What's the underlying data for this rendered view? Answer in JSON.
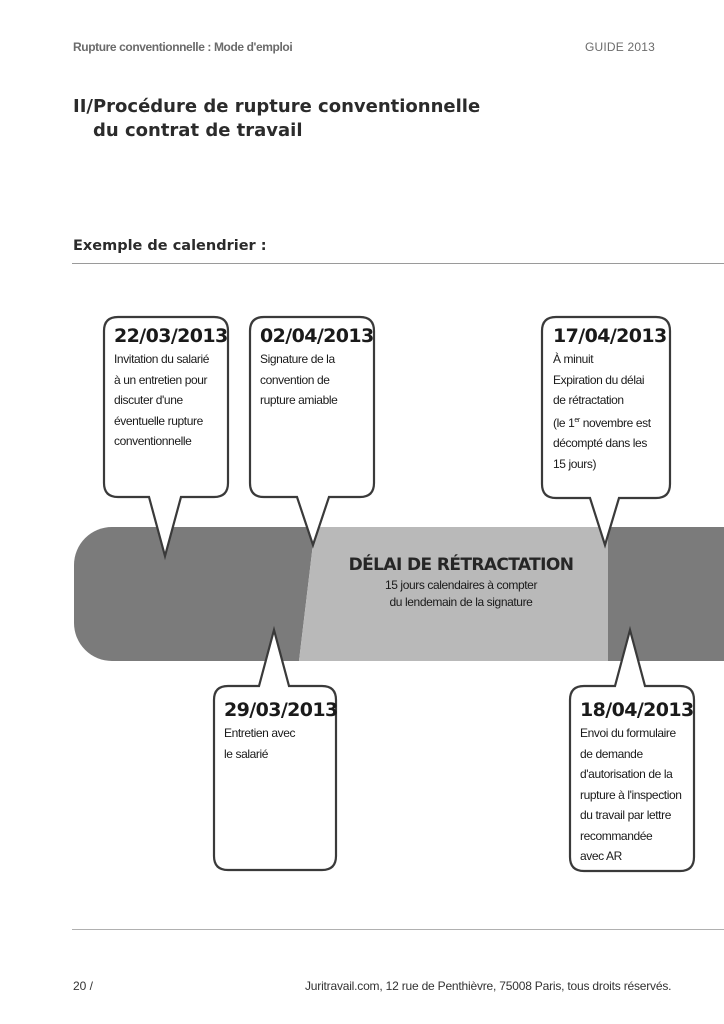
{
  "header": {
    "running_title": "Rupture conventionnelle : Mode d'emploi",
    "guide": "GUIDE 2013"
  },
  "section": {
    "title_line1": "II/Procédure de rupture conventionnelle",
    "title_line2": "du contrat de travail",
    "subtitle": "Exemple de calendrier :"
  },
  "colors": {
    "bar_dark": "#7b7b7b",
    "bar_light": "#b9b9b9",
    "bubble_border": "#3a3a3a"
  },
  "events": {
    "e1": {
      "date": "22/03/2013",
      "lines": [
        "Invitation du salarié",
        "à un entretien pour",
        "discuter d'une",
        "éventuelle rupture",
        "conventionnelle"
      ]
    },
    "e2": {
      "date": "02/04/2013",
      "lines": [
        "Signature de la",
        "convention de",
        "rupture amiable"
      ]
    },
    "e3": {
      "date": "17/04/2013",
      "lines": [
        "À minuit",
        "Expiration du délai",
        "de rétractation"
      ],
      "line4_pre": "(le 1",
      "line4_sup": "er",
      "line4_post": " novembre est",
      "lines_after": [
        "décompté dans les",
        "15 jours)"
      ]
    },
    "e4": {
      "date": "29/03/2013",
      "lines": [
        "Entretien avec",
        "le salarié"
      ]
    },
    "e5": {
      "date": "18/04/2013",
      "lines": [
        "Envoi du formulaire",
        "de demande",
        "d'autorisation de la",
        "rupture à l'inspection",
        "du travail par lettre",
        "recommandée",
        "avec AR"
      ]
    }
  },
  "delai": {
    "heading": "DÉLAI DE RÉTRACTATION",
    "line1": "15 jours calendaires à compter",
    "line2": "du lendemain de la signature"
  },
  "footer": {
    "page": "20 /",
    "copyright": "Juritravail.com, 12 rue de Penthièvre, 75008 Paris, tous droits réservés."
  }
}
